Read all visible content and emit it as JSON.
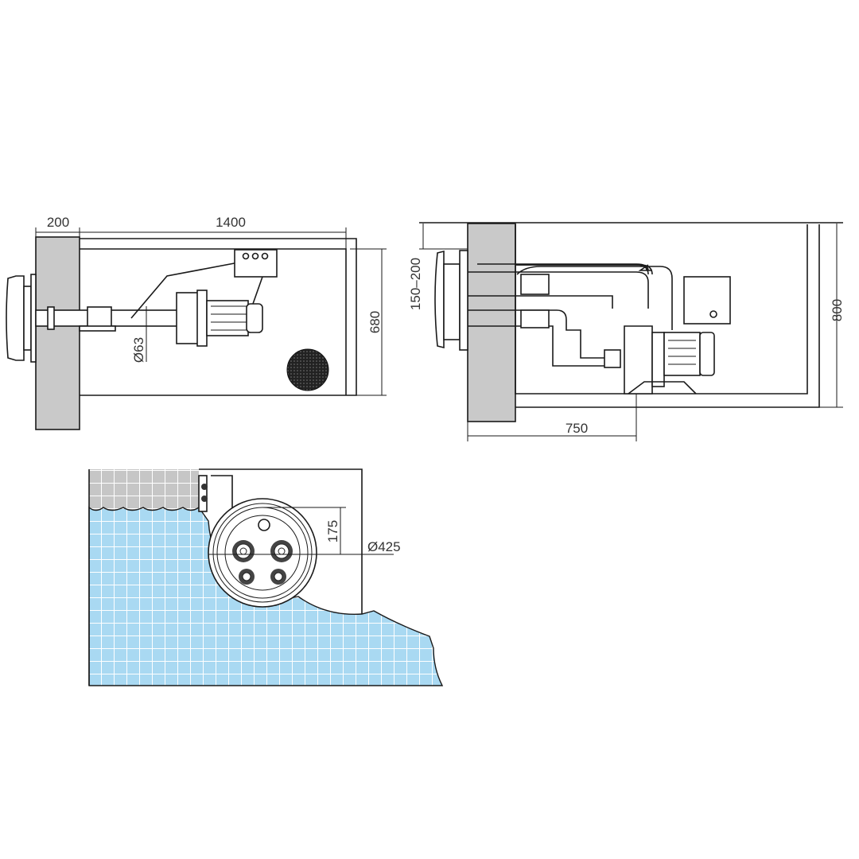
{
  "side_view": {
    "dim_wall": "200",
    "dim_length": "1400",
    "dim_height": "680",
    "dim_pipe": "Ø63"
  },
  "section_view": {
    "dim_offset": "150–200",
    "dim_depth": "800",
    "dim_pump": "750"
  },
  "front_view": {
    "dim_center": "175",
    "dim_diameter": "Ø425",
    "colors": {
      "water": "#a9d9f2",
      "tile_grid": "#ffffff",
      "wall": "#c9c9c9"
    }
  }
}
